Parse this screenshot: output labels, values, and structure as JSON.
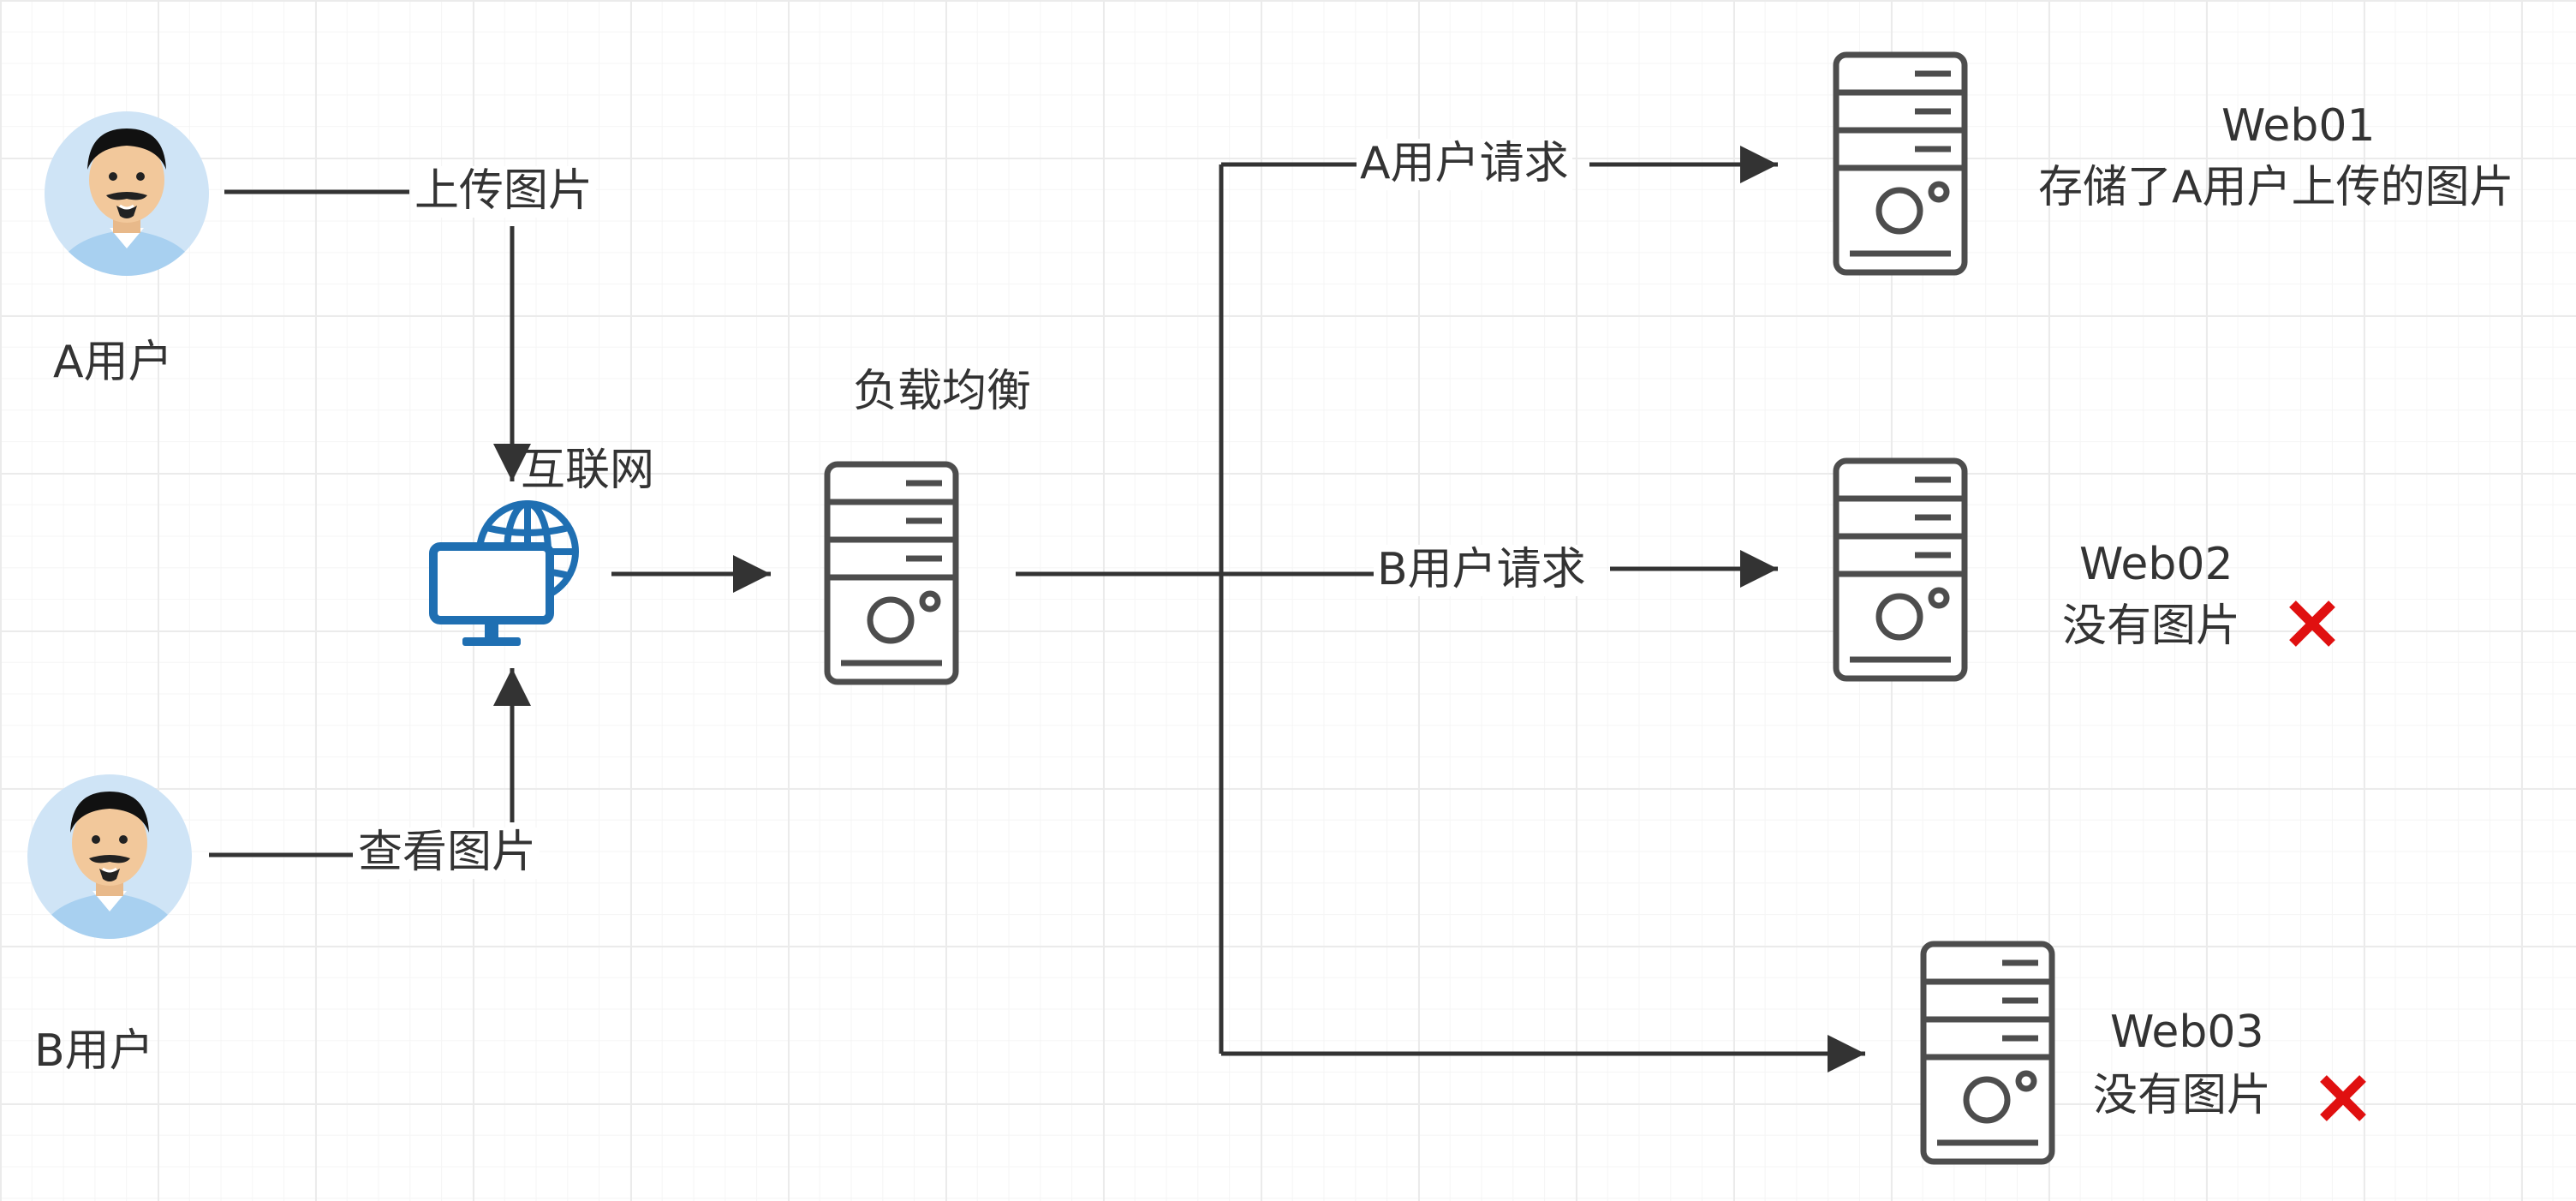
{
  "users": {
    "a": {
      "name": "A用户",
      "action": "上传图片"
    },
    "b": {
      "name": "B用户",
      "action": "查看图片"
    }
  },
  "internet": {
    "label": "互联网"
  },
  "load_balancer": {
    "label": "负载均衡"
  },
  "requests": {
    "a": "A用户请求",
    "b": "B用户请求"
  },
  "servers": [
    {
      "name": "Web01",
      "note": "存储了A用户上传的图片",
      "has_error": false
    },
    {
      "name": "Web02",
      "note": "没有图片",
      "has_error": true
    },
    {
      "name": "Web03",
      "note": "没有图片",
      "has_error": true
    }
  ],
  "colors": {
    "line": "#333333",
    "server_stroke": "#4d4d4d",
    "globe": "#1f6fb2",
    "cross": "#e01010",
    "avatar_bg": "#cfe4f6"
  }
}
